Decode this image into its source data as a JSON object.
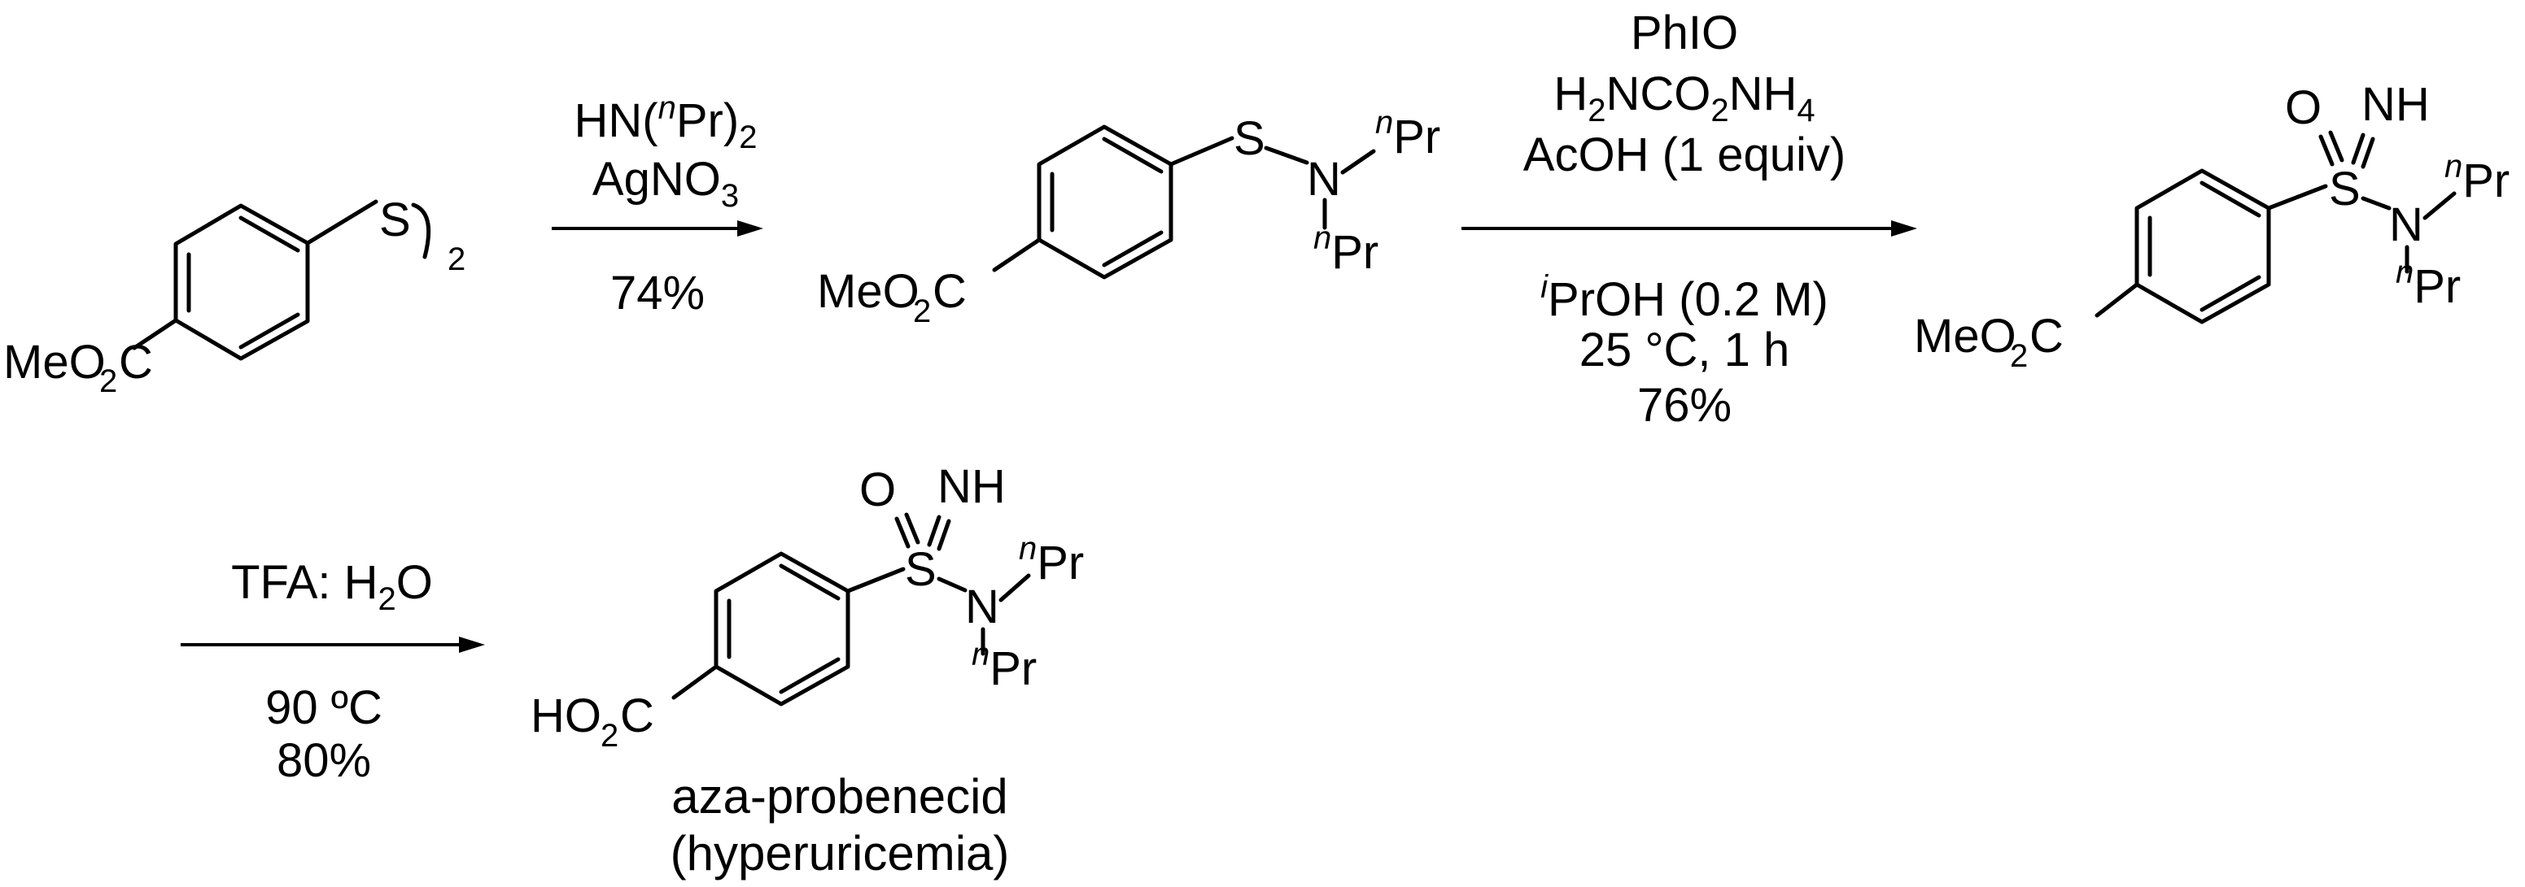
{
  "step1": {
    "reagent1": "HN(",
    "reagent1_sup": "n",
    "reagent1_tail": "Pr)",
    "reagent1_sub": "2",
    "reagent2": "AgNO",
    "reagent2_sub": "3",
    "yield": "74%"
  },
  "step2": {
    "reagent1": "PhIO",
    "reagent2_a": "H",
    "reagent2_a_sub": "2",
    "reagent2_b": "NCO",
    "reagent2_b_sub": "2",
    "reagent2_c": "NH",
    "reagent2_c_sub": "4",
    "reagent3": "AcOH (1 equiv)",
    "solvent_sup": "i",
    "solvent": "PrOH (0.2 M)",
    "temp_time": "25 °C, 1 h",
    "yield": "76%"
  },
  "step3": {
    "reagent_a": "TFA: H",
    "reagent_sub": "2",
    "reagent_b": "O",
    "temp": "90 ºC",
    "yield": "80%"
  },
  "compounds": {
    "ester_a": "MeO",
    "ester_sub": "2",
    "ester_b": "C",
    "acid_a": "HO",
    "acid_sub": "2",
    "acid_b": "C",
    "sulfur": "S",
    "disulfide_sub": "2",
    "nitrogen": "N",
    "n_sup": "n",
    "propyl": "Pr",
    "oxygen": "O",
    "imine": "NH"
  },
  "product": {
    "name": "aza-probenecid",
    "indication": "(hyperuricemia)"
  }
}
